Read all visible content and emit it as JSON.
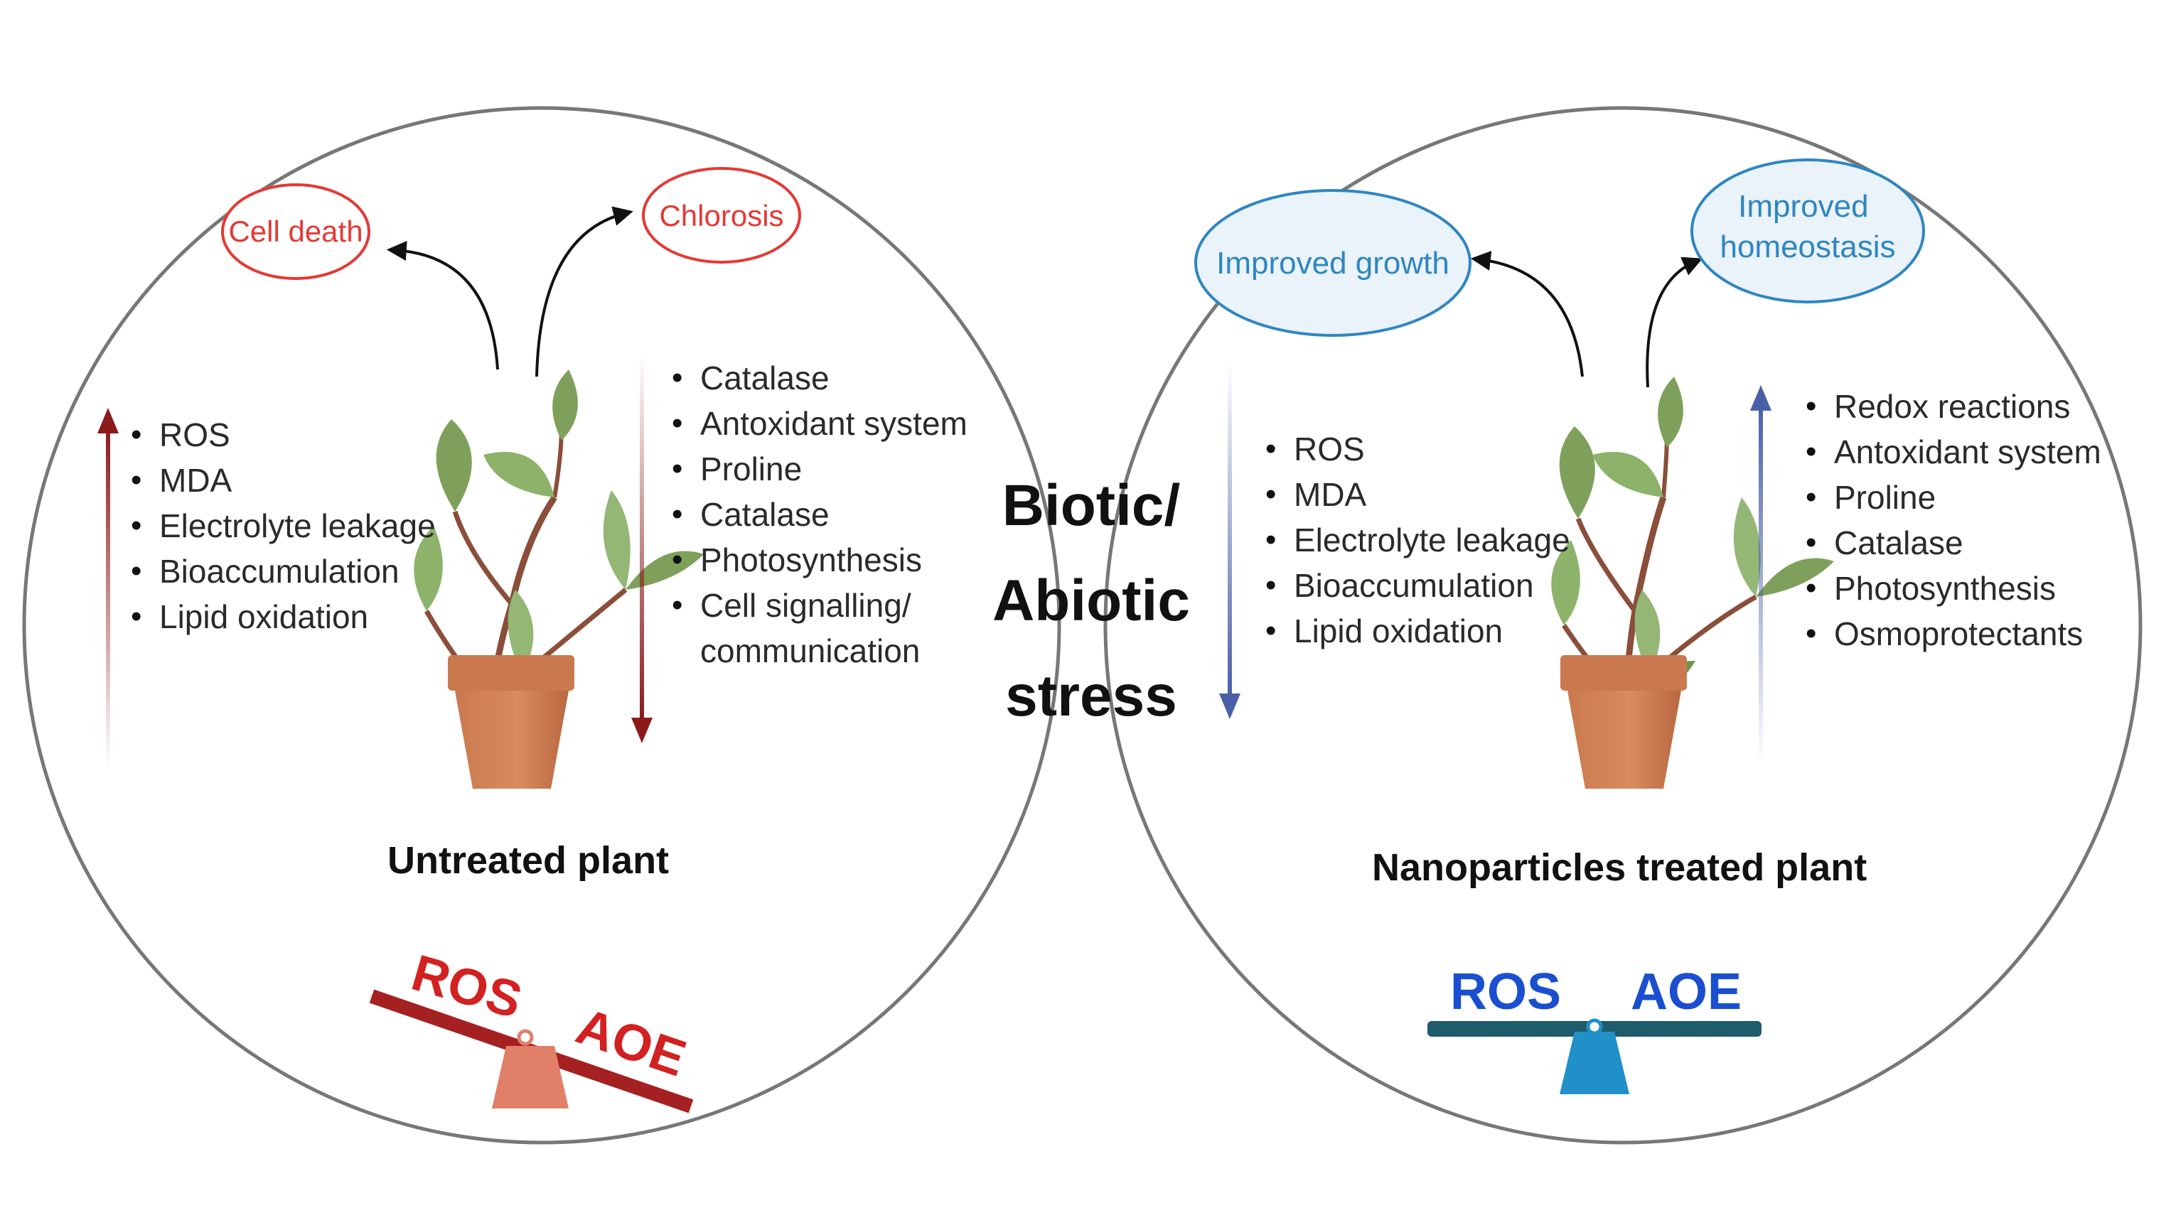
{
  "center": {
    "line1": "Biotic/",
    "line2": "Abiotic",
    "line3": "stress"
  },
  "left": {
    "caption": "Untreated plant",
    "effects": [
      "Cell death",
      "Chlorosis"
    ],
    "increased": [
      "ROS",
      "MDA",
      "Electrolyte leakage",
      "Bioaccumulation",
      "Lipid oxidation"
    ],
    "decreased": [
      "Catalase",
      "Antoxidant system",
      "Proline",
      "Catalase",
      "Photosynthesis",
      "Cell signalling/ communication"
    ],
    "balance": {
      "left_label": "ROS",
      "right_label": "AOE"
    }
  },
  "right": {
    "caption": "Nanoparticles treated plant",
    "effects": [
      "Improved growth",
      "Improved homeostasis"
    ],
    "decreased": [
      "ROS",
      "MDA",
      "Electrolyte leakage",
      "Bioaccumulation",
      "Lipid oxidation"
    ],
    "increased": [
      "Redox reactions",
      "Antoxidant system",
      "Proline",
      "Catalase",
      "Photosynthesis",
      "Osmoprotectants"
    ],
    "balance": {
      "left_label": "ROS",
      "right_label": "AOE"
    }
  },
  "colors": {
    "left_accent": "#e53935",
    "right_accent": "#2e86c1",
    "left_arrow": "#8b1a1a",
    "right_arrow": "#4a5fa8",
    "left_beam": "#a52121",
    "right_beam": "#1f5c6b"
  }
}
